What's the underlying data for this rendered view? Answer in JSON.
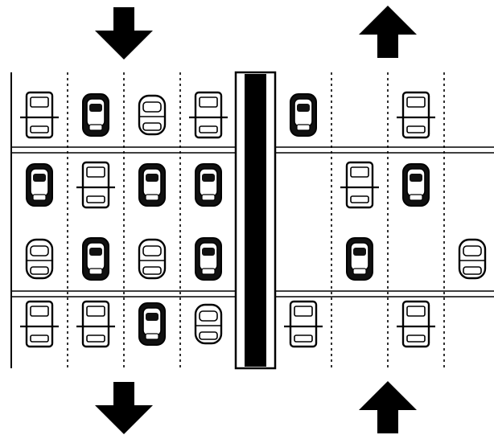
{
  "diagram": {
    "left_direction": "down",
    "right_direction": "up",
    "colors": {
      "ink": "#000000",
      "background": "#ffffff",
      "car_body": "#ffffff",
      "car_dark": "#111111"
    },
    "left_carriageway": {
      "lane_count": 4,
      "rows": [
        [
          "sedan-crossbar",
          "hatch-dark",
          "hatch-light",
          "sedan-crossbar"
        ],
        [
          "hatch-dark",
          "sedan-crossbar",
          "hatch-dark",
          "hatch-dark"
        ],
        [
          "hatch-light",
          "hatch-dark",
          "hatch-light",
          "hatch-dark"
        ],
        [
          "sedan-crossbar",
          "sedan-crossbar",
          "hatch-dark",
          "hatch-light"
        ]
      ]
    },
    "right_carriageway": {
      "lane_count": 4,
      "rows": [
        [
          "hatch-dark",
          null,
          "sedan-crossbar",
          null
        ],
        [
          null,
          "sedan-crossbar",
          "hatch-dark",
          null
        ],
        [
          null,
          "hatch-dark",
          null,
          "hatch-light"
        ],
        [
          "sedan-crossbar",
          null,
          "sedan-crossbar",
          null
        ]
      ]
    },
    "icons": [
      "arrow-down-icon",
      "arrow-up-icon",
      "car-icon"
    ]
  }
}
